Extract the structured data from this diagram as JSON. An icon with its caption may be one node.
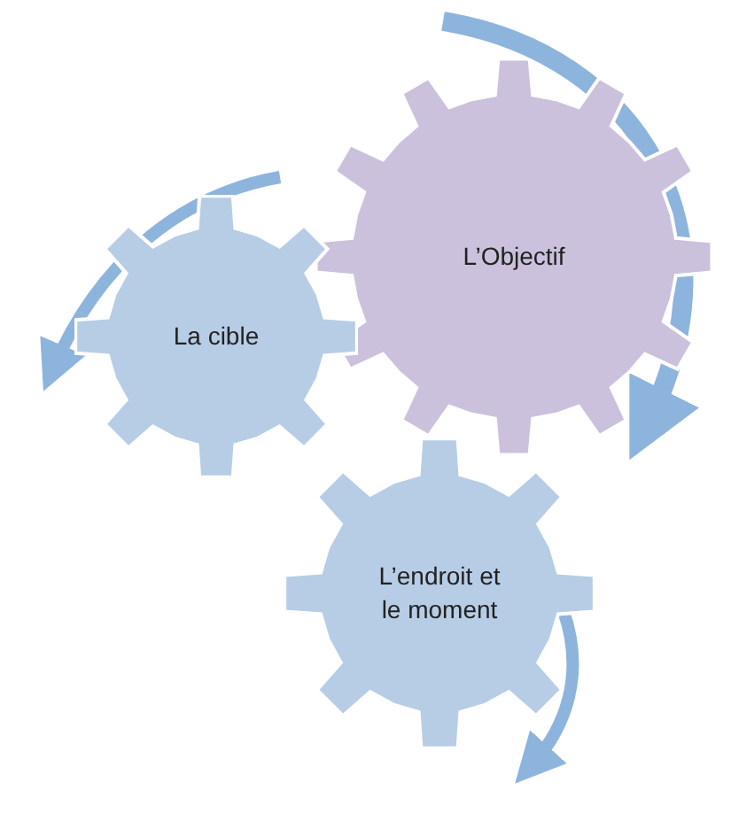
{
  "diagram": {
    "nodes": [
      {
        "text": [
          "L’Objectif"
        ]
      },
      {
        "text": [
          "La cible"
        ]
      },
      {
        "text": [
          "L’endroit et le moment"
        ]
      }
    ]
  }
}
